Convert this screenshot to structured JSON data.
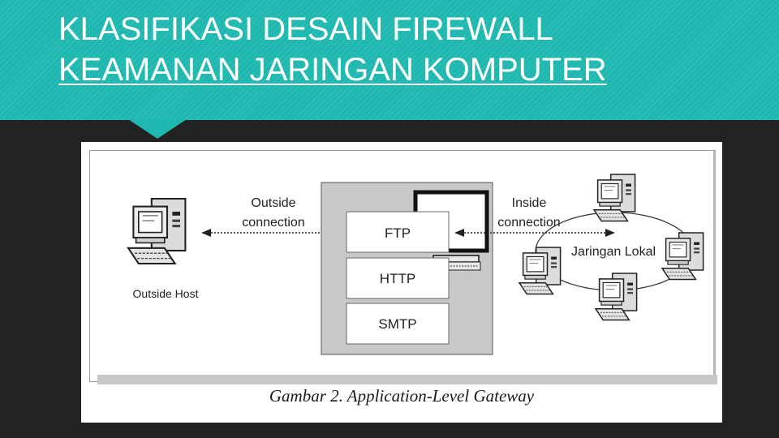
{
  "header": {
    "title_line1": "KLASIFIKASI DESAIN FIREWALL",
    "title_line2": "KEAMANAN JARINGAN KOMPUTER"
  },
  "diagram": {
    "outside_host": "Outside Host",
    "outside_connection_line1": "Outside",
    "outside_connection_line2": "connection",
    "inside_connection_line1": "Inside",
    "inside_connection_line2": "connection",
    "protocols": [
      "FTP",
      "HTTP",
      "SMTP"
    ],
    "local_network": "Jaringan Lokal",
    "caption": "Gambar 2. Application-Level Gateway"
  },
  "colors": {
    "header_teal": "#1fb8b0",
    "background": "#222222",
    "gateway_gray": "#c9c9c9"
  }
}
